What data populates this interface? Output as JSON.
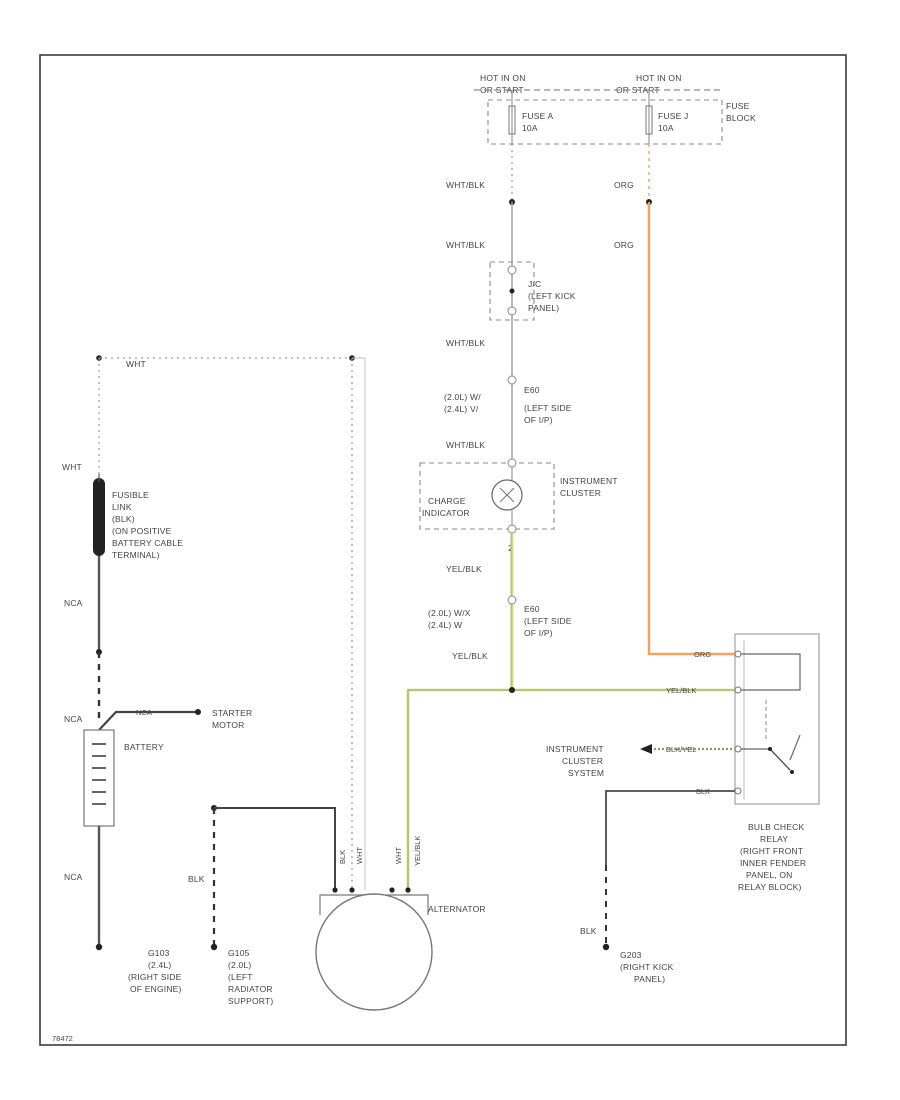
{
  "figure_code": "78472",
  "colors": {
    "border": "#3a3a3a",
    "wire_gray": "#9a9a9a",
    "wire_orange": "#f2a35e",
    "wire_yellow": "#c9d87a",
    "wire_dark": "#3a3a3a"
  },
  "fuse_block": {
    "hot_a": "HOT IN ON",
    "hot_a2": "OR START",
    "hot_b": "HOT IN ON",
    "hot_b2": "OR START",
    "fuse_a": "FUSE A",
    "fuse_a_amp": "10A",
    "fuse_b": "FUSE J",
    "fuse_b_amp": "10A",
    "name": "FUSE",
    "name2": "BLOCK"
  },
  "wires": {
    "wht_blk_1": "WHT/BLK",
    "org_1": "ORG",
    "wht_blk_2": "WHT/BLK",
    "org_2": "ORG",
    "wht_blk_3": "WHT/BLK",
    "wht_blk_4": "WHT/BLK",
    "yel_blk_1": "YEL/BLK",
    "yel_blk_2": "YEL/BLK",
    "wht_top": "WHT",
    "wht_left": "WHT",
    "nca_1": "NCA",
    "nca_2": "NCA",
    "nca_3": "NCA",
    "nca_starter": "NCA",
    "blk_left": "BLK",
    "blk_right": "BLK",
    "org_relay": "ORG",
    "yel_blk_relay": "YEL/BLK",
    "blk_yel_relay": "BLK/YEL",
    "blk_relay": "BLK",
    "alt_blk": "BLK",
    "alt_wht_1": "WHT",
    "alt_wht_2": "WHT",
    "alt_yel": "YEL/BLK"
  },
  "connectors": {
    "jc_line1": "J/C",
    "jc_line2": "(LEFT KICK",
    "jc_line3": "PANEL)",
    "c_upper_1a": "(2.0L) W/",
    "c_upper_1b": "(2.4L) V/",
    "c_upper_2a": "E60",
    "c_upper_2b": "(LEFT SIDE",
    "c_upper_2c": "OF I/P)",
    "c_lower_1a": "(2.0L) W/X",
    "c_lower_1b": "(2.4L) W",
    "c_lower_2a": "E60",
    "c_lower_2b": "(LEFT SIDE",
    "c_lower_2c": "OF I/P)",
    "pin_2": "2"
  },
  "instrument_cluster": {
    "indicator_1": "CHARGE",
    "indicator_2": "INDICATOR",
    "name_1": "INSTRUMENT",
    "name_2": "CLUSTER"
  },
  "fusible_link": {
    "l1": "FUSIBLE",
    "l2": "LINK",
    "l3": "(BLK)",
    "l4": "(ON POSITIVE",
    "l5": "BATTERY CABLE",
    "l6": "TERMINAL)"
  },
  "battery": "BATTERY",
  "starter": {
    "l1": "STARTER",
    "l2": "MOTOR"
  },
  "alternator": "ALTERNATOR",
  "grounds": {
    "g103_1": "G103",
    "g103_2": "(2.4L)",
    "g103_3": "(RIGHT SIDE",
    "g103_4": "OF ENGINE)",
    "g105_1": "G105",
    "g105_2": "(2.0L)",
    "g105_3": "(LEFT",
    "g105_4": "RADIATOR",
    "g105_5": "SUPPORT)",
    "g203_1": "G203",
    "g203_2": "(RIGHT KICK",
    "g203_3": "PANEL)"
  },
  "ic_system": {
    "l1": "INSTRUMENT",
    "l2": "CLUSTER",
    "l3": "SYSTEM"
  },
  "relay": {
    "l1": "BULB CHECK",
    "l2": "RELAY",
    "l3": "(RIGHT FRONT",
    "l4": "INNER FENDER",
    "l5": "PANEL, ON",
    "l6": "RELAY BLOCK)"
  }
}
